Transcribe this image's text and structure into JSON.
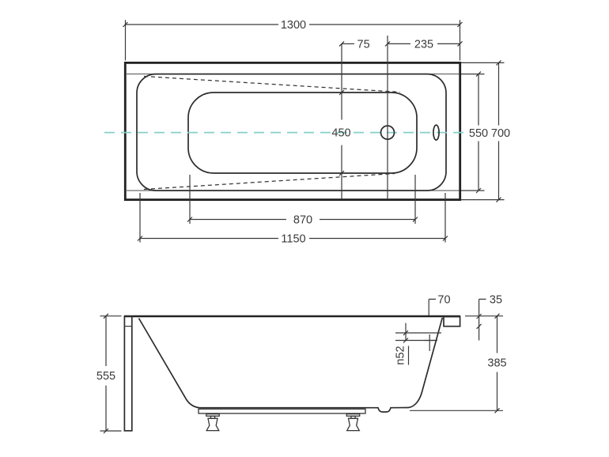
{
  "drawing": {
    "type": "technical-drawing",
    "subject": "bathtub dimensions, top view and side view",
    "colors": {
      "line": "#2c2c2c",
      "centerline": "#85cfcb",
      "background": "#ffffff"
    },
    "top_view": {
      "dims": {
        "length_overall": "1300",
        "drain_offset": "75",
        "drain_to_end": "235",
        "width_bottom": "450",
        "width_inner": "550",
        "width_overall": "700",
        "length_bottom": "870",
        "length_inner": "1150"
      }
    },
    "side_view": {
      "dims": {
        "height_overall": "555",
        "rim_overhang": "70",
        "rim_height": "35",
        "overflow_diameter": "n52",
        "height_shell": "385"
      }
    }
  }
}
